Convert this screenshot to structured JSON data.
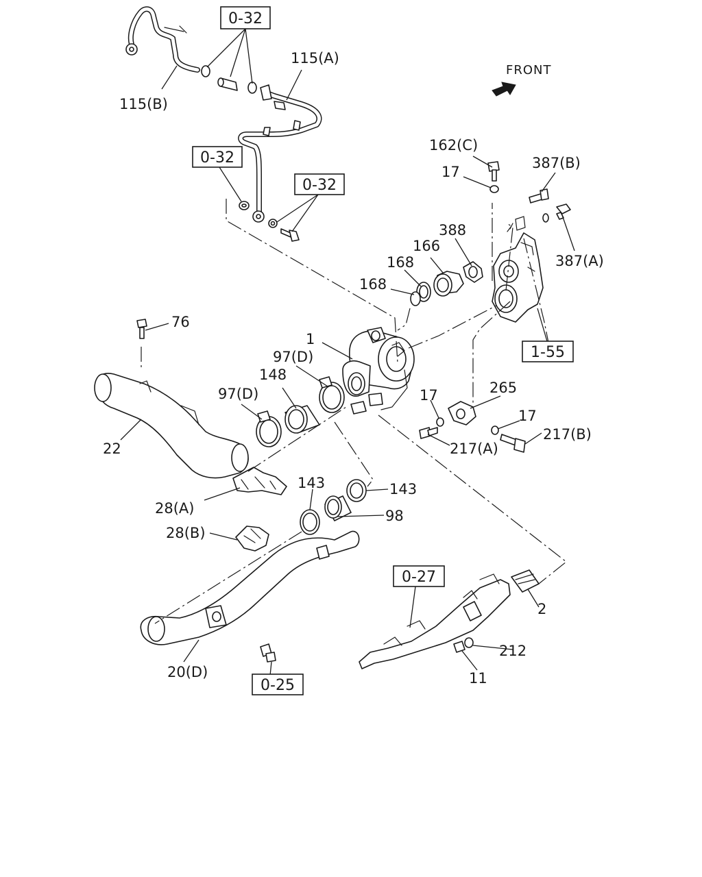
{
  "diagram": {
    "front_indicator": "FRONT",
    "references": [
      {
        "id": "ref-top",
        "text": "0-32"
      },
      {
        "id": "ref-left",
        "text": "0-32"
      },
      {
        "id": "ref-mid",
        "text": "0-32"
      },
      {
        "id": "ref-155",
        "text": "1-55"
      },
      {
        "id": "ref-027",
        "text": "0-27"
      },
      {
        "id": "ref-025",
        "text": "0-25"
      }
    ],
    "callouts": [
      {
        "id": "c-115a",
        "text": "115(A)"
      },
      {
        "id": "c-115b",
        "text": "115(B)"
      },
      {
        "id": "c-162c",
        "text": "162(C)"
      },
      {
        "id": "c-17a",
        "text": "17"
      },
      {
        "id": "c-387b",
        "text": "387(B)"
      },
      {
        "id": "c-388",
        "text": "388"
      },
      {
        "id": "c-166",
        "text": "166"
      },
      {
        "id": "c-387a",
        "text": "387(A)"
      },
      {
        "id": "c-168a",
        "text": "168"
      },
      {
        "id": "c-168b",
        "text": "168"
      },
      {
        "id": "c-76",
        "text": "76"
      },
      {
        "id": "c-1",
        "text": "1"
      },
      {
        "id": "c-97d-a",
        "text": "97(D)"
      },
      {
        "id": "c-148",
        "text": "148"
      },
      {
        "id": "c-97d-b",
        "text": "97(D)"
      },
      {
        "id": "c-22",
        "text": "22"
      },
      {
        "id": "c-265",
        "text": "265"
      },
      {
        "id": "c-17b",
        "text": "17"
      },
      {
        "id": "c-17c",
        "text": "17"
      },
      {
        "id": "c-217b",
        "text": "217(B)"
      },
      {
        "id": "c-217a",
        "text": "217(A)"
      },
      {
        "id": "c-143a",
        "text": "143"
      },
      {
        "id": "c-143b",
        "text": "143"
      },
      {
        "id": "c-28a",
        "text": "28(A)"
      },
      {
        "id": "c-98",
        "text": "98"
      },
      {
        "id": "c-28b",
        "text": "28(B)"
      },
      {
        "id": "c-2",
        "text": "2"
      },
      {
        "id": "c-212",
        "text": "212"
      },
      {
        "id": "c-11",
        "text": "11"
      },
      {
        "id": "c-20d",
        "text": "20(D)"
      }
    ]
  }
}
